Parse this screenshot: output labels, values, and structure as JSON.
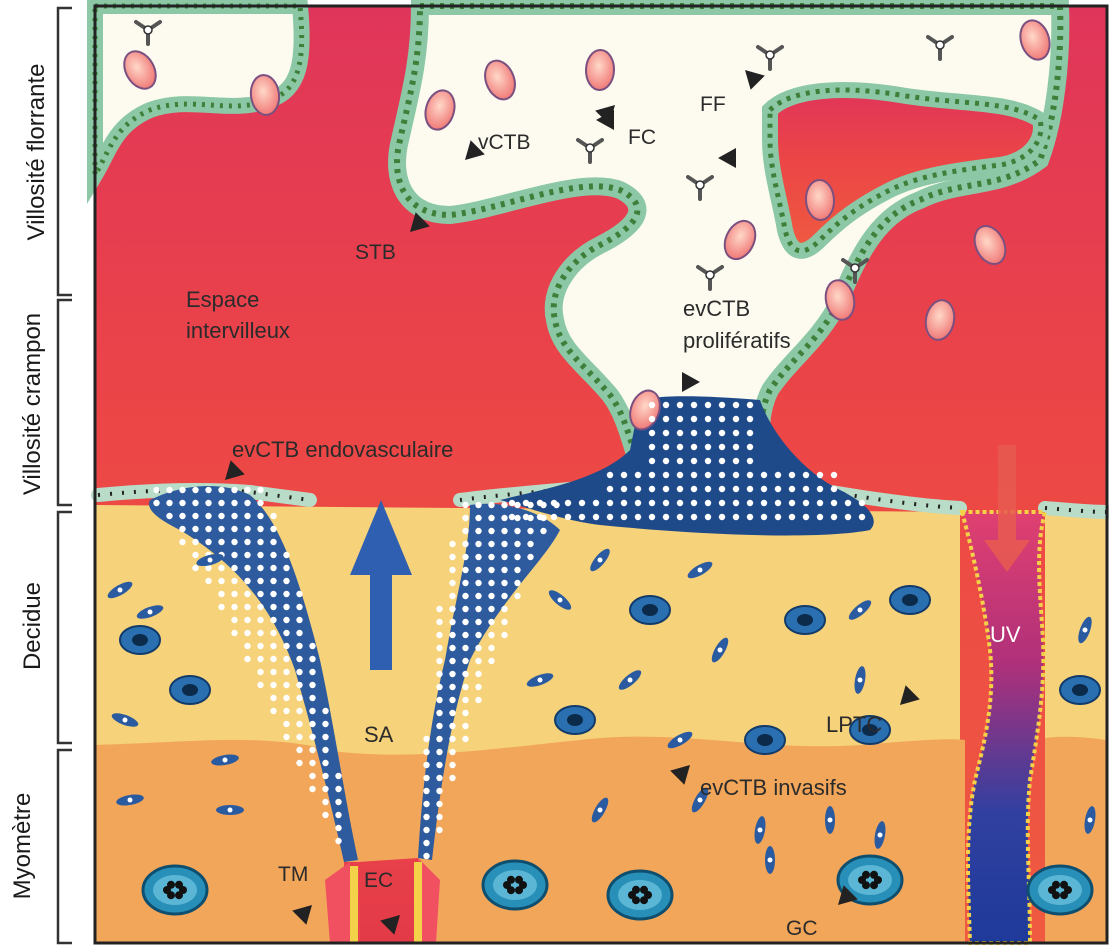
{
  "side_labels": [
    {
      "id": "villosite-florrante",
      "text": "Villosité florrante"
    },
    {
      "id": "villosite-crampon",
      "text": "Villosité crampon"
    },
    {
      "id": "decidue",
      "text": "Decidue"
    },
    {
      "id": "myometre",
      "text": "Myomètre"
    }
  ],
  "labels": {
    "vctb": "vCTB",
    "fc": "FC",
    "ff": "FF",
    "stb": "STB",
    "espace_line1": "Espace",
    "espace_line2": "intervilleux",
    "evctb_prolif_line1": "evCTB",
    "evctb_prolif_line2": "prolifératifs",
    "evctb_endo": "evCTB endovasculaire",
    "sa": "SA",
    "uv": "UV",
    "lptc": "LPTC",
    "evctb_invasifs": "evCTB invasifs",
    "tm": "TM",
    "ec": "EC",
    "gc": "GC"
  },
  "colors": {
    "intervillous": "#e8404a",
    "villus_core": "#fdfbf0",
    "decidua": "#f6d27a",
    "myometrium": "#f2a65a",
    "cell_blue": "#2a5aa0",
    "arrow_blue": "#2f5fb0",
    "stb_rim": "#b9dcc8",
    "ctb_green": "#3f7f3a"
  }
}
